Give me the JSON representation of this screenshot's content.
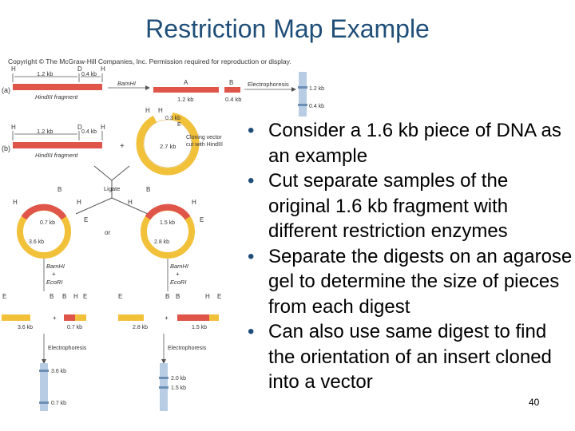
{
  "slide": {
    "title": "Restriction Map Example",
    "page_number": "40",
    "bullets": [
      "Consider a 1.6 kb piece of DNA as an example",
      "Cut separate samples of the original 1.6 kb fragment with different restriction enzymes",
      "Separate the digests on an agarose gel to determine the size of pieces from each digest",
      "Can also use same digest to find the orientation of an insert cloned into a vector"
    ]
  },
  "figure": {
    "copyright": "Copyright © The McGraw-Hill Companies, Inc. Permission required for reproduction or display.",
    "panel_a": "(a)",
    "panel_b": "(b)",
    "site_H": "H",
    "site_D": "D",
    "site_B": "B",
    "site_E": "E",
    "fragment_A": "A",
    "fragment_B": "B",
    "len_12": "1.2 kb",
    "len_04": "0.4 kb",
    "len_03": "0.3 kb",
    "len_27": "2.7 kb",
    "len_07": "0.7 kb",
    "len_36": "3.6 kb",
    "len_15": "1.5 kb",
    "len_28": "2.8 kb",
    "len_20": "2.0 kb",
    "bamhi": "BamHI",
    "ecori": "EcoRI",
    "plus": "+",
    "hindiii_fragment": "HindIII fragment",
    "electrophoresis": "Electrophoresis",
    "cloning_vector": "Cloning vector",
    "cut_with": "cut with HindIII",
    "ligate": "Ligate",
    "or": "or",
    "colors": {
      "dna_red": "#e0554a",
      "vector_yellow": "#f2c13a",
      "gel_blue": "#b8cde3",
      "title_blue": "#1f4e79"
    }
  }
}
